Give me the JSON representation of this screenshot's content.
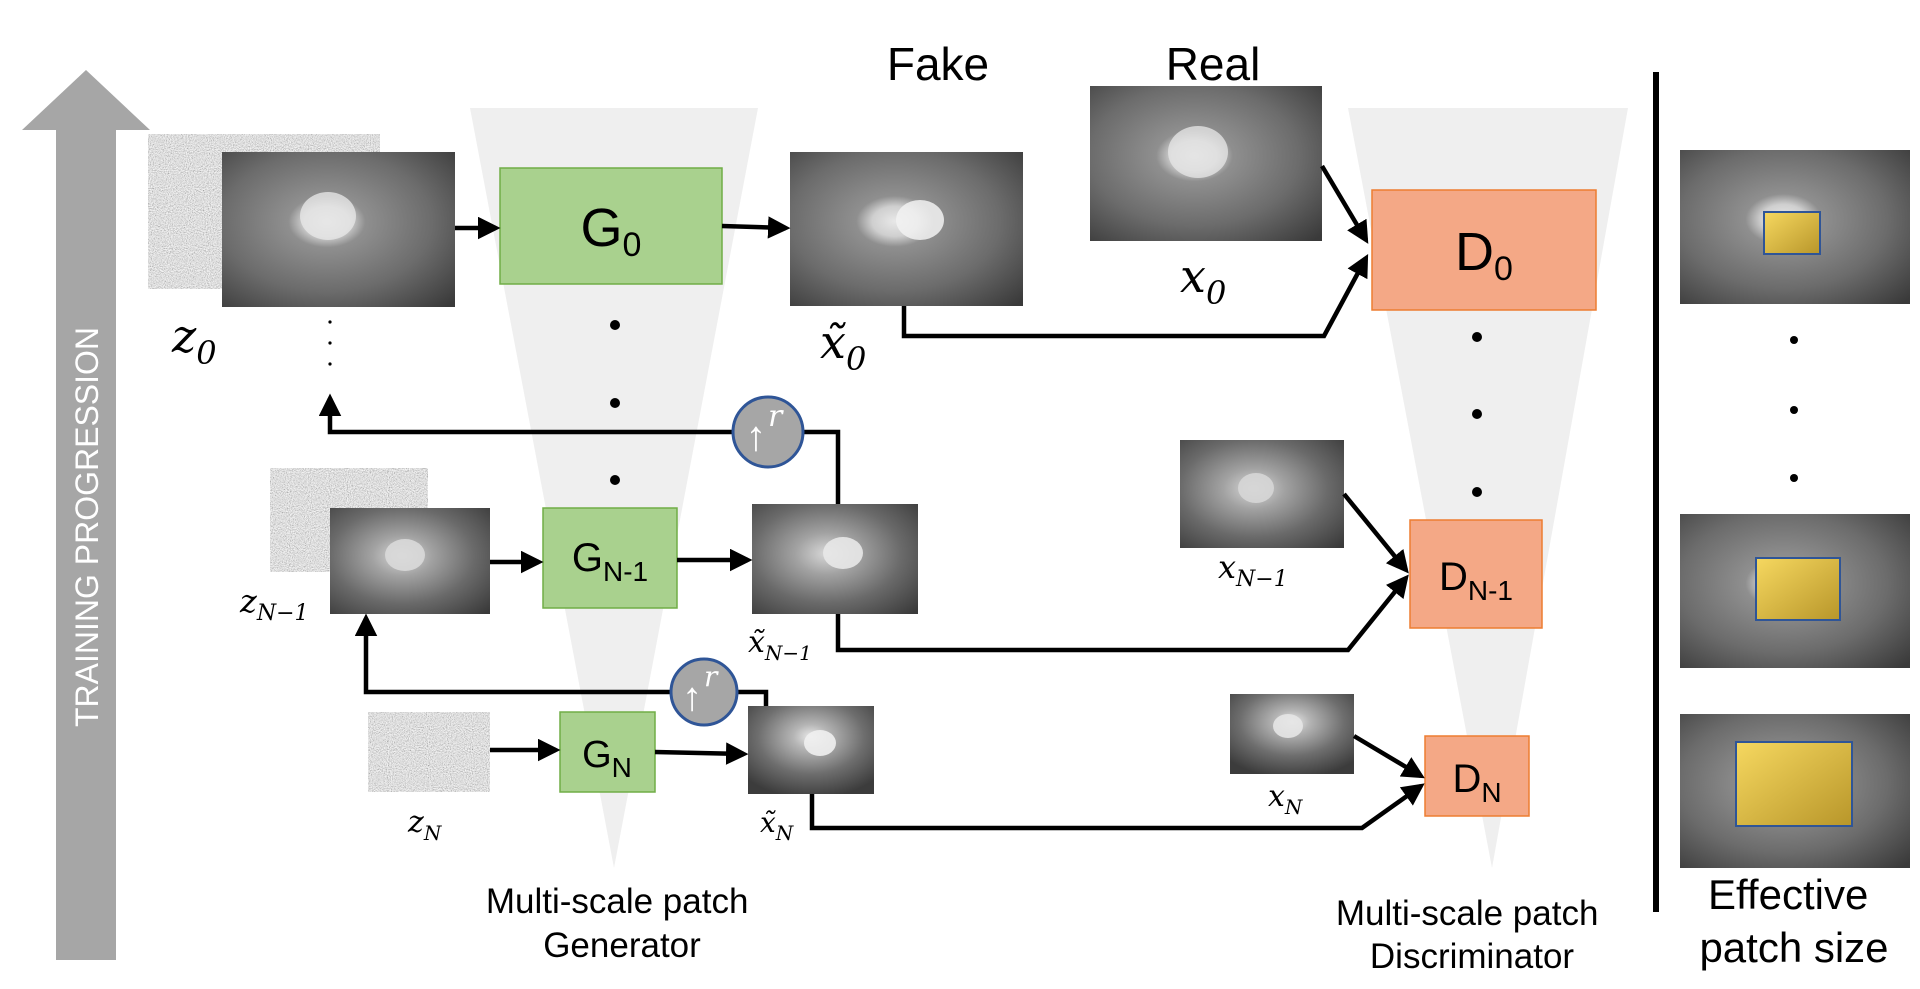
{
  "progress_label": "TRAINING PROGRESSION",
  "headers": {
    "fake": "Fake",
    "real": "Real"
  },
  "generators": {
    "g0": {
      "base": "G",
      "sub": "0"
    },
    "gn1": {
      "base": "G",
      "sub": "N-1"
    },
    "gn": {
      "base": "G",
      "sub": "N"
    }
  },
  "discriminators": {
    "d0": {
      "base": "D",
      "sub": "0"
    },
    "dn1": {
      "base": "D",
      "sub": "N-1"
    },
    "dn": {
      "base": "D",
      "sub": "N"
    }
  },
  "math_labels": {
    "z0": {
      "base": "z",
      "sub": "0"
    },
    "zn1": {
      "base": "z",
      "sub": "N−1"
    },
    "zn": {
      "base": "z",
      "sub": "N"
    },
    "xt0": {
      "base": "x̃",
      "sub": "0"
    },
    "xtn1": {
      "base": "x̃",
      "sub": "N−1"
    },
    "xtn": {
      "base": "x̃",
      "sub": "N"
    },
    "x0": {
      "base": "x",
      "sub": "0"
    },
    "xn1": {
      "base": "x",
      "sub": "N−1"
    },
    "xn": {
      "base": "x",
      "sub": "N"
    }
  },
  "upsample": {
    "arrow": "↑",
    "factor": "r"
  },
  "dot": "•",
  "generator_caption": [
    "Multi-scale patch",
    "Generator"
  ],
  "discriminator_caption": [
    "Multi-scale patch",
    "Discriminator"
  ],
  "effective_caption": [
    "Effective",
    "patch size"
  ],
  "colors": {
    "generator_fill": "#a9d18e",
    "generator_stroke": "#70ad47",
    "discriminator_fill": "#f4a886",
    "discriminator_stroke": "#ed7d31",
    "upsample_fill": "#a6a6a6",
    "upsample_stroke": "#2f5597",
    "progress_arrow": "#a6a6a6",
    "patch_fill": "#e8c547"
  }
}
